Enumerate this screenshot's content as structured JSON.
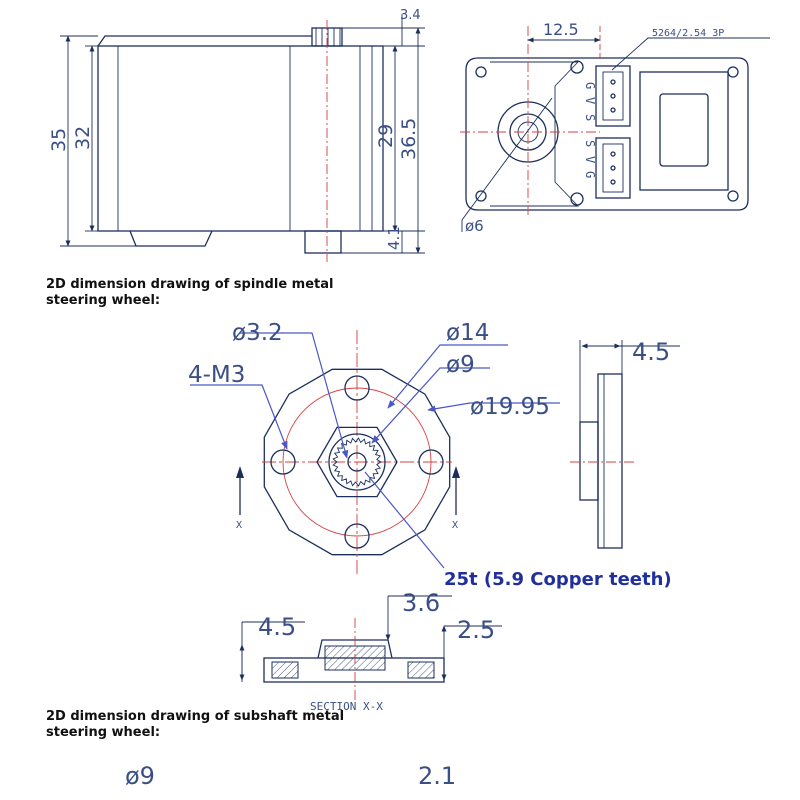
{
  "colors": {
    "line": "#1c2f5c",
    "center_line": "#d44040",
    "leader": "#4a58c8",
    "callout": "#1f2f9c",
    "hatch_fill": "#f4f0c8"
  },
  "servo_side": {
    "dims": {
      "top_partial": "3.4",
      "h35": "35",
      "h32": "32",
      "h29": "29",
      "h36_5": "36.5",
      "h4_1": "4.1"
    }
  },
  "servo_back": {
    "dims": {
      "w12_5": "12.5",
      "connector": "5264/2.54 3P",
      "d6": "ø6"
    },
    "pins_top": [
      "G",
      "V",
      "S"
    ],
    "pins_bottom": [
      "S",
      "V",
      "G"
    ]
  },
  "spindle_wheel": {
    "caption": "2D dimension drawing of spindle metal steering wheel:",
    "dims": {
      "d3_2": "ø3.2",
      "d14": "ø14",
      "m3": "4-M3",
      "d9": "ø9",
      "d19_95": "ø19.95",
      "t4_5": "4.5"
    },
    "section_marks": [
      "X",
      "X"
    ],
    "teeth_note": "25t (5.9 Copper teeth)"
  },
  "section": {
    "label": "SECTION X-X",
    "dims": {
      "t4_5": "4.5",
      "t3_6": "3.6",
      "t2_5": "2.5"
    }
  },
  "subshaft_wheel": {
    "caption": "2D dimension drawing of subshaft metal steering wheel:",
    "dims": {
      "d9": "ø9",
      "t2_1": "2.1"
    }
  }
}
